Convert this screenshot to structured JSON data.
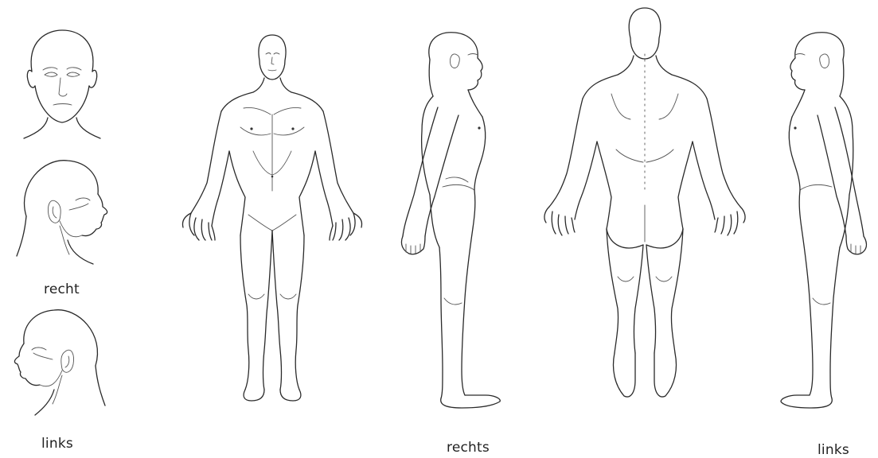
{
  "labels": {
    "head_right": "recht",
    "head_left": "links",
    "body_right": "rechts",
    "body_left": "links"
  }
}
